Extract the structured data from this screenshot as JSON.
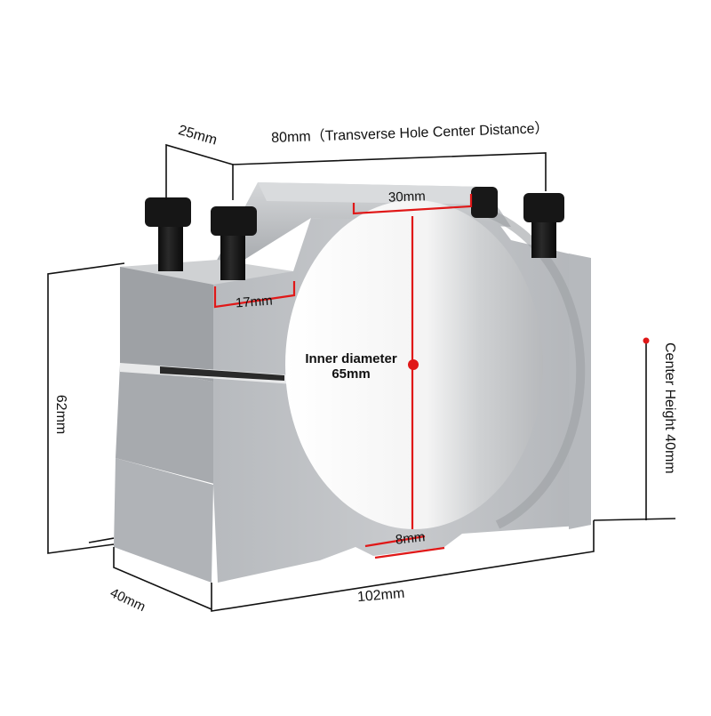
{
  "product": "Spindle motor mount clamp",
  "colors": {
    "background": "#ffffff",
    "aluminum_light": "#c9cbce",
    "aluminum_mid": "#a9acb0",
    "aluminum_dark": "#8d9094",
    "bolt": "#141414",
    "dimension_line": "#111111",
    "accent_red": "#e01818"
  },
  "dimensions": {
    "top_depth": "25mm",
    "transverse": "80mm（Transverse Hole Center Distance）",
    "top_flat": "30mm",
    "ledge": "17mm",
    "inner_diameter_line1": "Inner diameter",
    "inner_diameter_line2": "65mm",
    "height": "62mm",
    "center_height": "Center Height  40mm",
    "slot": "8mm",
    "depth": "40mm",
    "width": "102mm"
  }
}
